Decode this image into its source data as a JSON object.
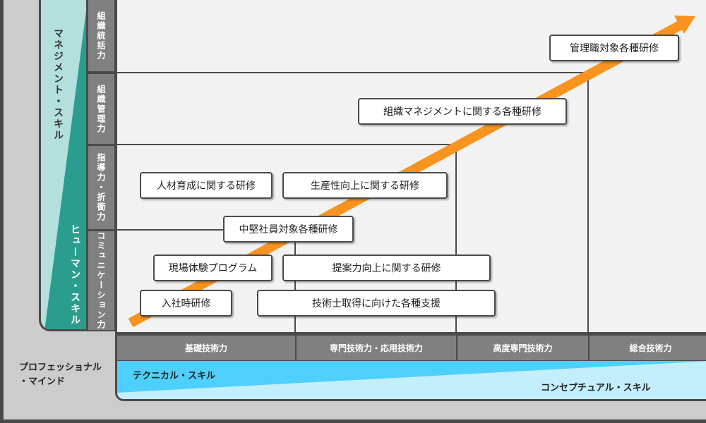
{
  "left_axis": {
    "management": "マネジメント・スキル",
    "human": "ヒューマン・スキル"
  },
  "row_labels": [
    "組織統括力",
    "組織管理力",
    "指導力・折衝力",
    "コミュニケーション力"
  ],
  "column_labels": [
    "基礎技術力",
    "専門技術力・応用技術力",
    "高度専門技術力",
    "総合技術力"
  ],
  "bottom": {
    "professional": "プロフェッショナル\n・マインド",
    "technical": "テクニカル・スキル",
    "conceptual": "コンセプチュアル・スキル"
  },
  "programs": [
    "管理職対象各種研修",
    "組織マネジメントに関する各種研修",
    "人材育成に関する研修",
    "生産性向上に関する研修",
    "中堅社員対象各種研修",
    "現場体験プログラム",
    "提案力向上に関する研修",
    "入社時研修",
    "技術士取得に向けた各種支援"
  ],
  "colors": {
    "arrow": "#f7931e",
    "teal": "#2a9d8f",
    "teal_light": "#b3dfdc",
    "blue": "#4fd0fc",
    "blue_light": "#c3eefc"
  }
}
